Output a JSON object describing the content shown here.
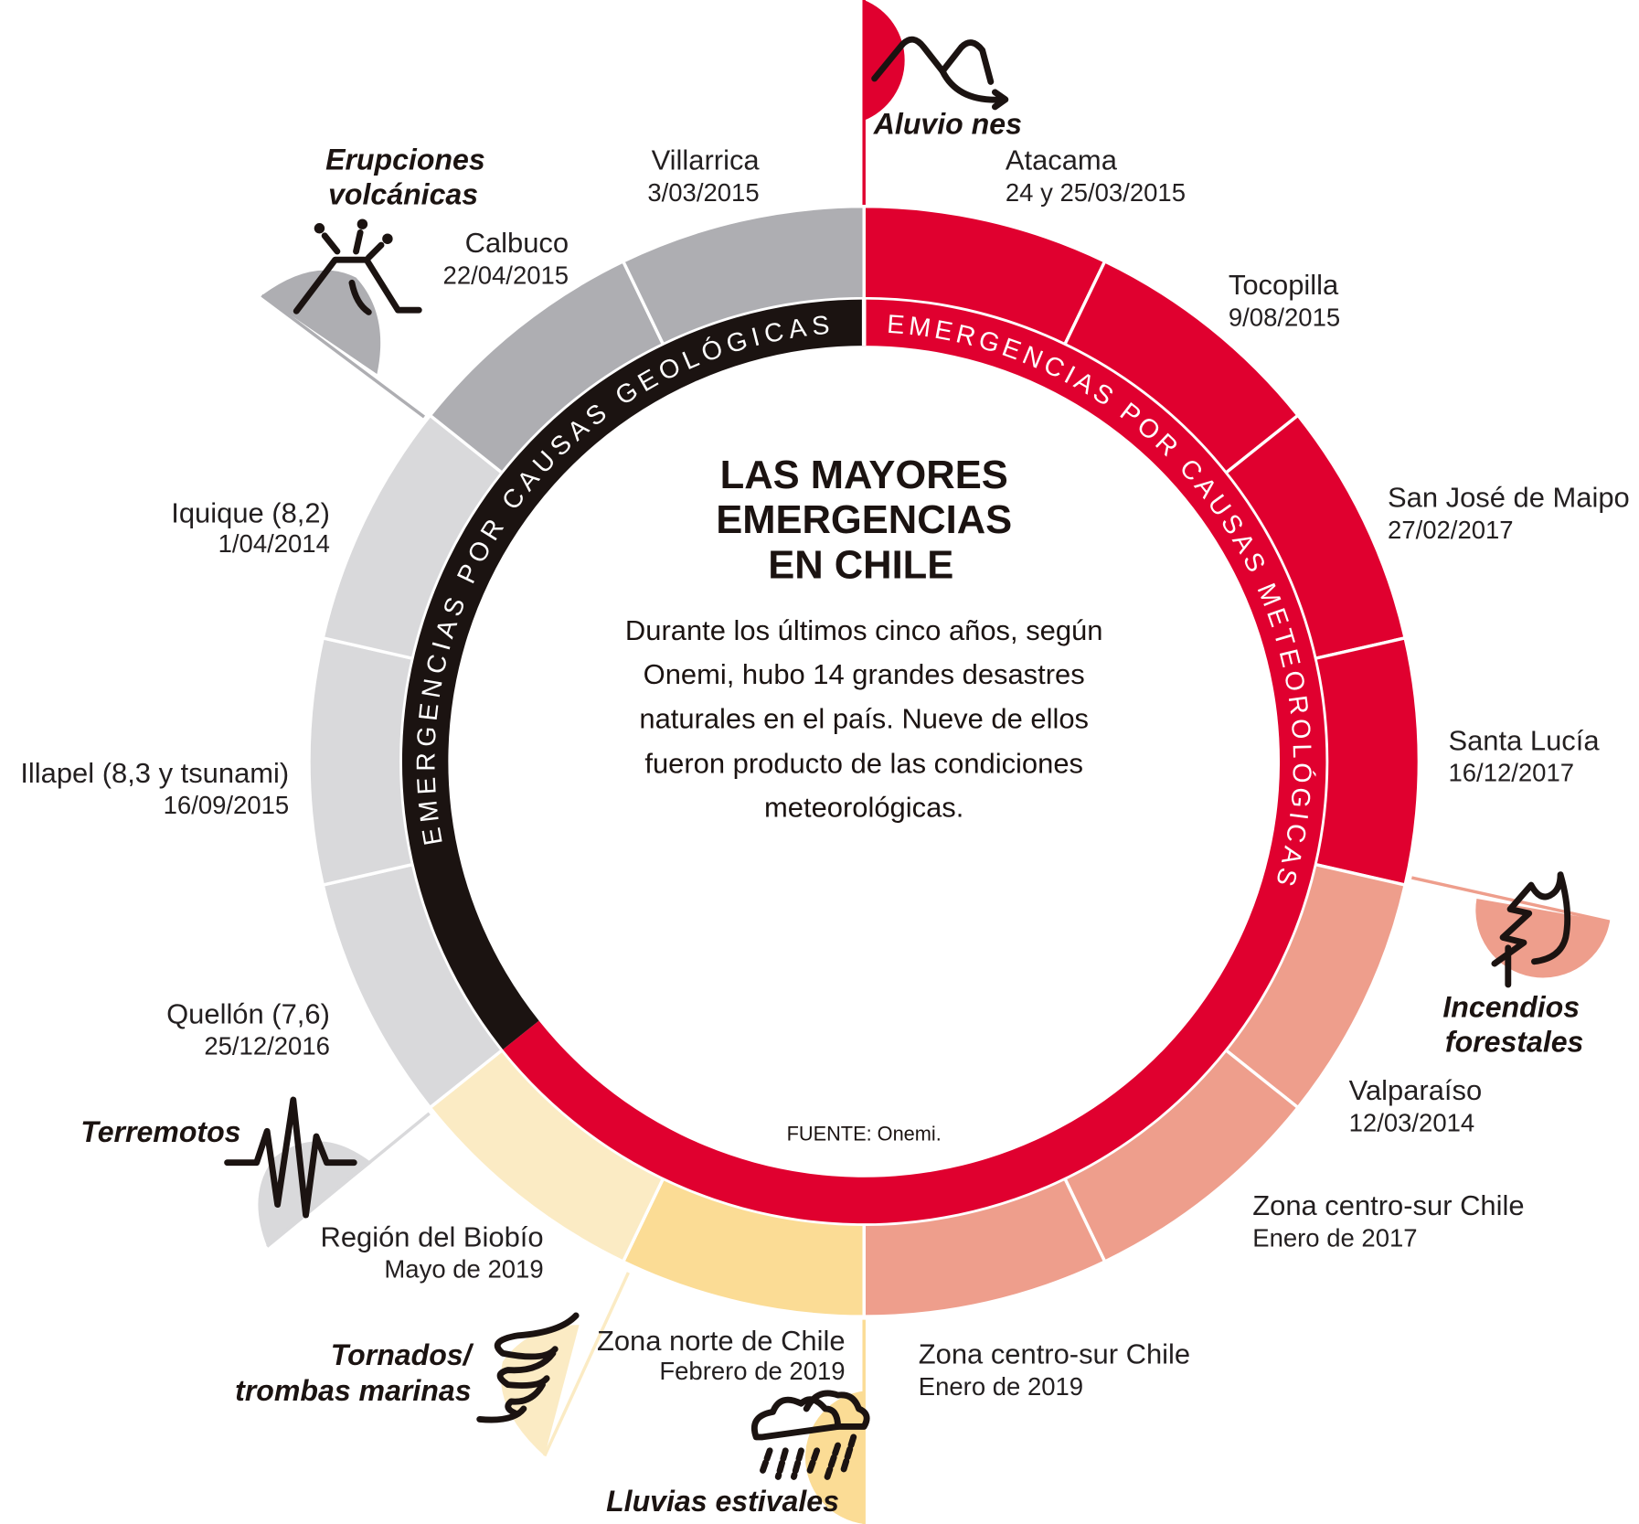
{
  "title": [
    "LAS MAYORES",
    "EMERGENCIAS",
    "EN CHILE"
  ],
  "intro": [
    "Durante los últimos cinco años, según",
    "Onemi, hubo 14 grandes desastres",
    "naturales en el país. Nueve de ellos",
    "fueron producto de las condiciones",
    "meteorológicas."
  ],
  "source": "FUENTE: Onemi.",
  "bands": {
    "meteorological": {
      "label": "EMERGENCIAS POR CAUSAS METEOROLÓGICAS",
      "color": "#E0002F"
    },
    "geological": {
      "label": "EMERGENCIAS POR CAUSAS GEOLÓGICAS",
      "color": "#1B1311"
    }
  },
  "categories": {
    "aluviones": {
      "label": [
        "Aluvio nes"
      ],
      "color": "#E0002F",
      "icon": "mountain-flow-icon"
    },
    "incendios": {
      "label": [
        "Incendios",
        "forestales"
      ],
      "color": "#EE9E8C",
      "icon": "tree-fire-icon"
    },
    "lluvias": {
      "label": [
        "Lluvias estivales"
      ],
      "color": "#FBDC95",
      "icon": "rain-cloud-icon"
    },
    "tornados": {
      "label": [
        "Tornados/",
        "trombas marinas"
      ],
      "color": "#FBEBC4",
      "icon": "tornado-icon"
    },
    "terremotos": {
      "label": [
        "Terremotos"
      ],
      "color": "#D9D9DB",
      "icon": "seismograph-icon"
    },
    "erupciones": {
      "label": [
        "Erupciones",
        "volcánicas"
      ],
      "color": "#AEAEB2",
      "icon": "volcano-icon"
    }
  },
  "events": [
    {
      "name": "Atacama",
      "date": "24 y 25/03/2015",
      "category": "aluviones"
    },
    {
      "name": "Tocopilla",
      "date": "9/08/2015",
      "category": "aluviones"
    },
    {
      "name": "San José de Maipo",
      "date": "27/02/2017",
      "category": "aluviones"
    },
    {
      "name": "Santa Lucía",
      "date": "16/12/2017",
      "category": "aluviones"
    },
    {
      "name": "Valparaíso",
      "date": "12/03/2014",
      "category": "incendios"
    },
    {
      "name": "Zona centro-sur Chile",
      "date": "Enero de 2017",
      "category": "incendios"
    },
    {
      "name": "Zona centro-sur Chile",
      "date": "Enero de 2019",
      "category": "incendios"
    },
    {
      "name": "Zona norte de Chile",
      "date": "Febrero de 2019",
      "category": "lluvias"
    },
    {
      "name": "Región del Biobío",
      "date": "Mayo de 2019",
      "category": "tornados"
    },
    {
      "name": "Quellón (7,6)",
      "date": "25/12/2016",
      "category": "terremotos"
    },
    {
      "name": "Illapel (8,3 y tsunami)",
      "date": "16/09/2015",
      "category": "terremotos"
    },
    {
      "name": "Iquique (8,2)",
      "date": "1/04/2014",
      "category": "terremotos"
    },
    {
      "name": "Calbuco",
      "date": "22/04/2015",
      "category": "erupciones"
    },
    {
      "name": "Villarrica",
      "date": "3/03/2015",
      "category": "erupciones"
    }
  ]
}
